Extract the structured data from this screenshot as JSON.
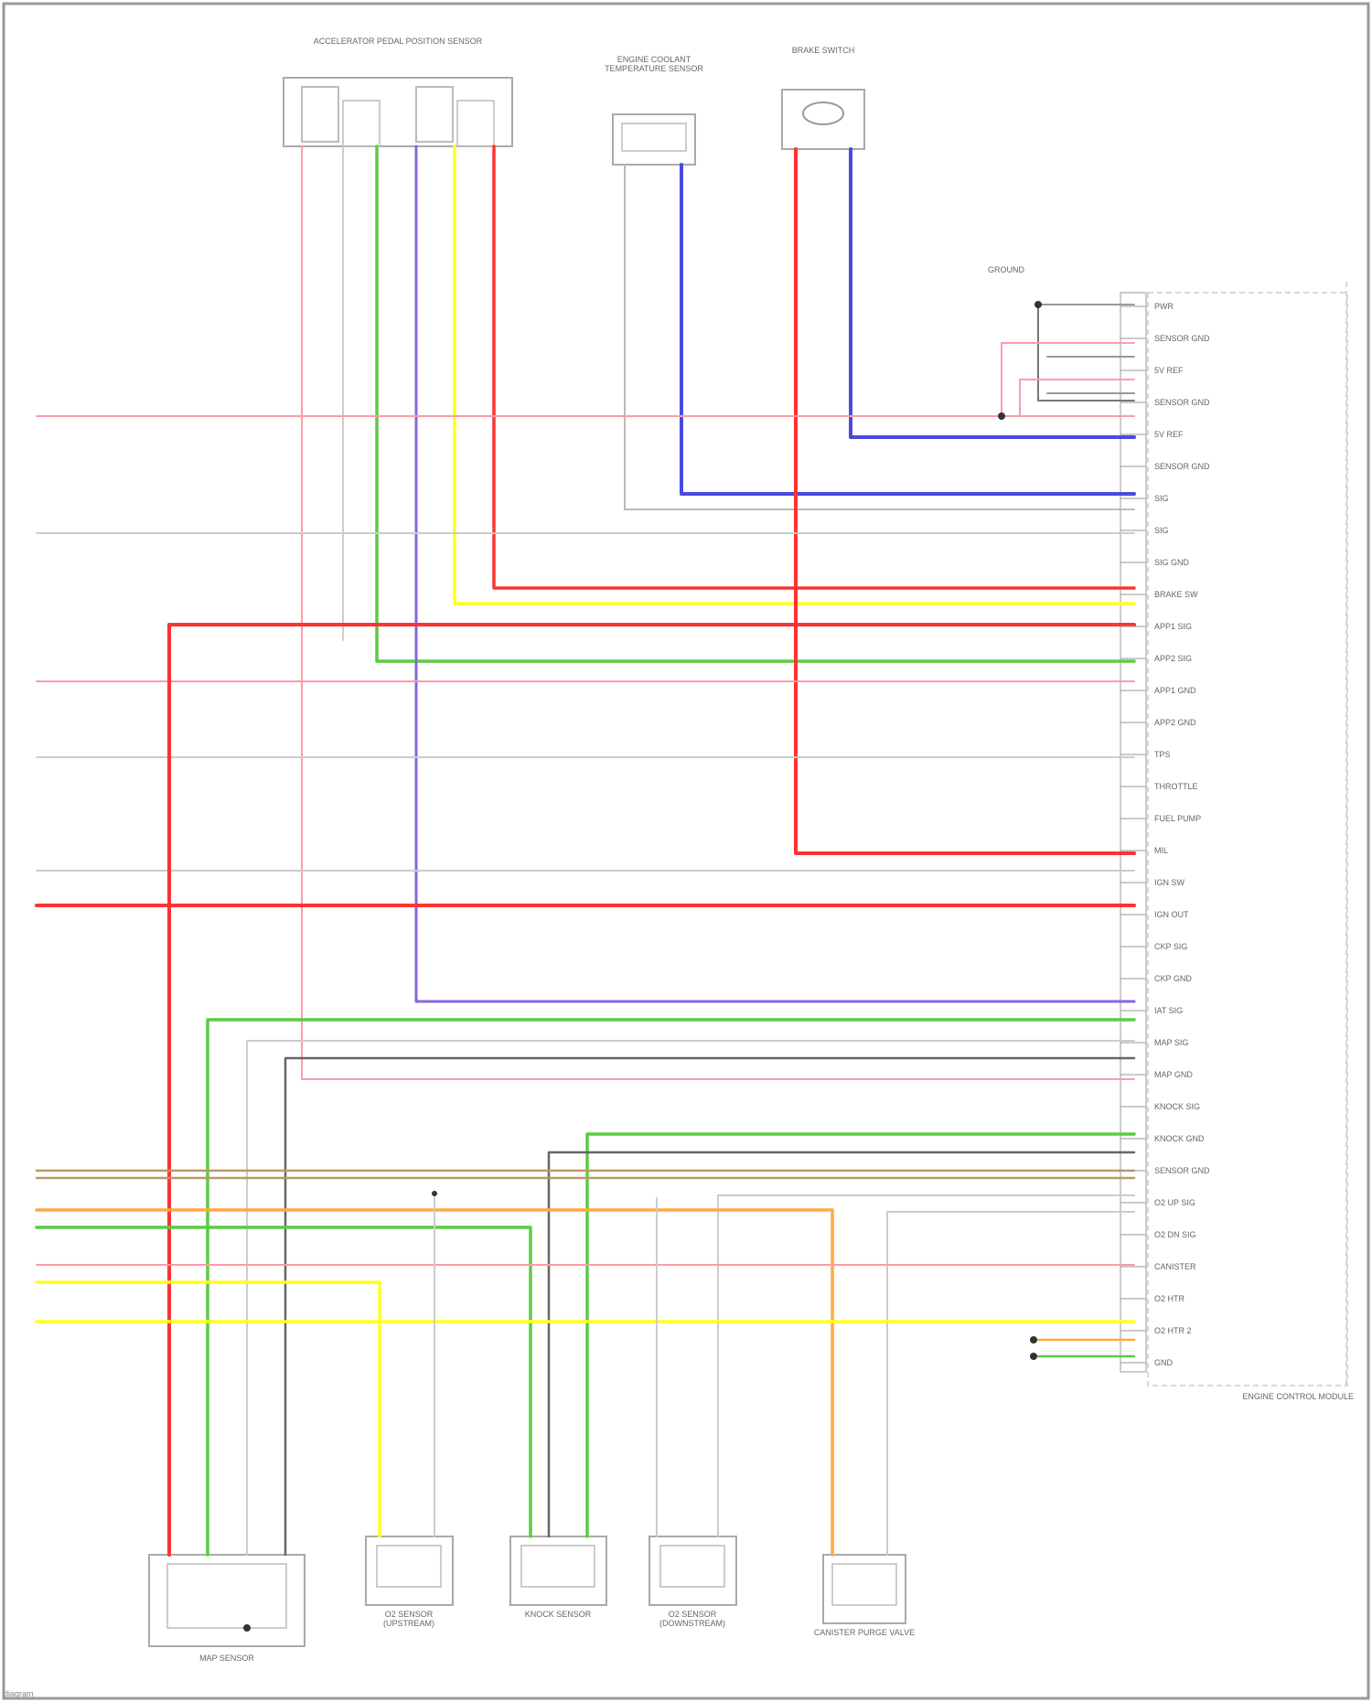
{
  "components": {
    "accel_pedal": "ACCELERATOR PEDAL POSITION SENSOR",
    "engine_coolant_temp": "ENGINE COOLANT TEMPERATURE SENSOR",
    "brake_switch": "BRAKE SWITCH",
    "ecm": "ENGINE CONTROL MODULE",
    "map_sensor": "MAP SENSOR",
    "o2_sensor_upstream": "O2 SENSOR (UPSTREAM)",
    "knock_sensor": "KNOCK SENSOR",
    "o2_sensor_downstream": "O2 SENSOR (DOWNSTREAM)",
    "canister_purge": "CANISTER PURGE VALVE",
    "ground_note": "GROUND"
  },
  "ecm_pins": [
    "PWR",
    "SENSOR GND",
    "5V REF",
    "SENSOR GND",
    "5V REF",
    "SENSOR GND",
    "SIG",
    "SIG",
    "SIG GND",
    "BRAKE SW",
    "APP1 SIG",
    "APP2 SIG",
    "APP1 GND",
    "APP2 GND",
    "TPS",
    "THROTTLE",
    "FUEL PUMP",
    "MIL",
    "IGN SW",
    "IGN OUT",
    "CKP SIG",
    "CKP GND",
    "IAT SIG",
    "MAP SIG",
    "MAP GND",
    "KNOCK SIG",
    "KNOCK GND",
    "SENSOR GND",
    "O2 UP SIG",
    "O2 DN SIG",
    "CANISTER",
    "O2 HTR",
    "O2 HTR 2",
    "GND"
  ],
  "colors": {
    "red": "#ff3333",
    "pink": "#ff9aa8",
    "green": "#5ccc44",
    "blue": "#4a4ae0",
    "yellow": "#ffff22",
    "orange": "#ffaa44",
    "gray": "#bbbbbb",
    "dark": "#666666",
    "tan": "#bb9966",
    "purple": "#8866dd"
  },
  "footer": "diagram"
}
